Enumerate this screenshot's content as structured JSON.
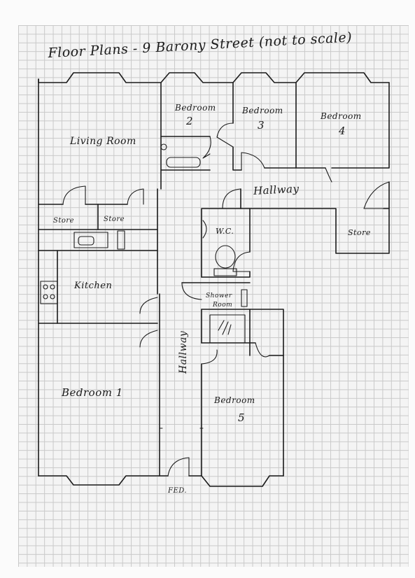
{
  "title": "Floor Plans - 9 Barony Street (not to scale)",
  "rooms": {
    "living_room": "Living Room",
    "bedroom_1": "Bedroom 1",
    "bedroom_2": "Bedroom",
    "bedroom_2_num": "2",
    "bedroom_3": "Bedroom",
    "bedroom_3_num": "3",
    "bedroom_4": "Bedroom",
    "bedroom_4_num": "4",
    "bedroom_5": "Bedroom",
    "bedroom_5_num": "5",
    "kitchen": "Kitchen",
    "store_left": "Store",
    "store_mid": "Store",
    "store_right": "Store",
    "wc": "W.C.",
    "shower_room_1": "Shower",
    "shower_room_2": "Room",
    "hallway_upper": "Hallway",
    "hallway_lower": "Hallway",
    "entrance": "FED."
  },
  "colors": {
    "ink": "#1b1b1b",
    "grid": "#c9c9c9",
    "paper": "#f4f4f4"
  }
}
